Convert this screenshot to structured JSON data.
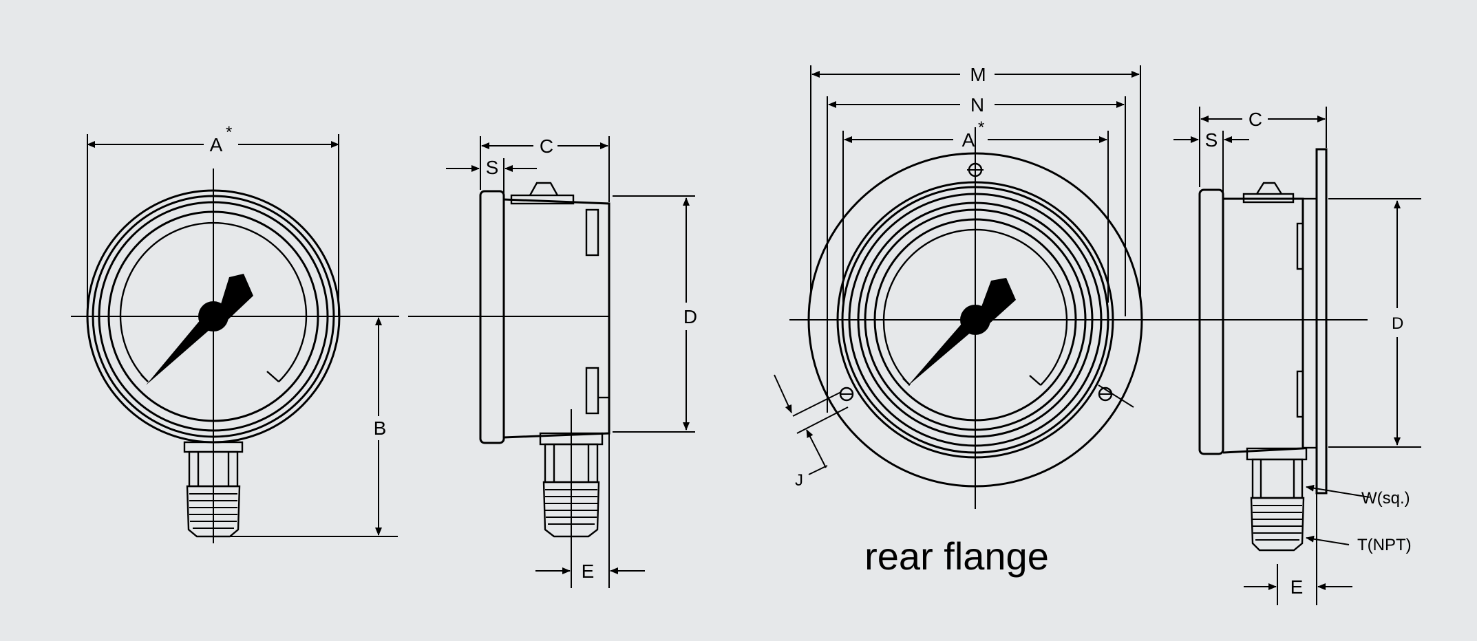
{
  "labels": {
    "A": "A",
    "star": "*",
    "B": "B",
    "C": "C",
    "S": "S",
    "D": "D",
    "E": "E",
    "M": "M",
    "N": "N",
    "J": "J",
    "W": "W(sq.)",
    "T": "T(NPT)"
  },
  "caption": "rear flange",
  "colors": {
    "line": "#000000",
    "background": "#e6e8ea"
  }
}
